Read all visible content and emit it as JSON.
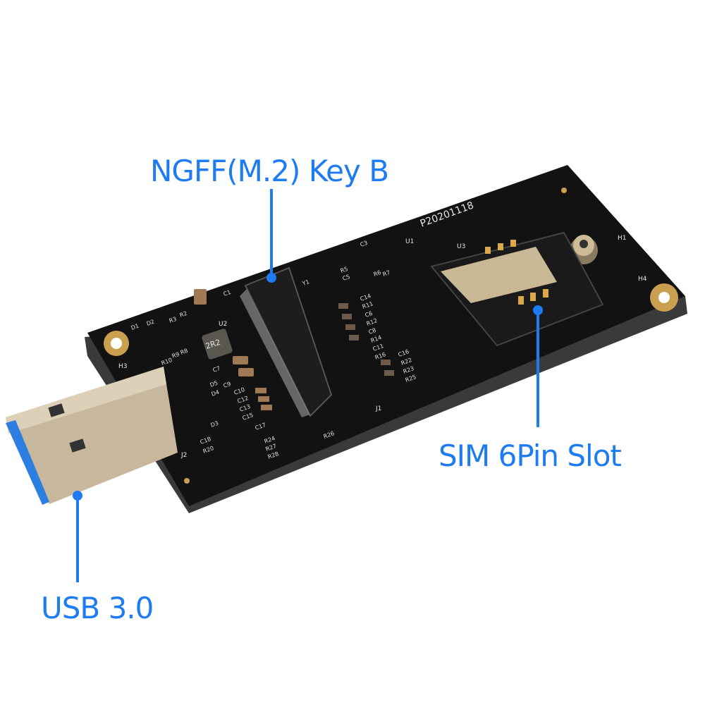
{
  "callouts": {
    "ngff": "NGFF(M.2) Key B",
    "sim": "SIM 6Pin Slot",
    "usb": "USB 3.0"
  },
  "board_silkscreen": {
    "revision": "P20201118",
    "inductor": "2R2",
    "holes": [
      "H1",
      "H3",
      "H4"
    ],
    "chips": [
      "U1",
      "U2",
      "U3"
    ],
    "connectors": [
      "J1",
      "J2"
    ],
    "components": [
      "C1",
      "C3",
      "C5",
      "C6",
      "C7",
      "C8",
      "C9",
      "C10",
      "C11",
      "C12",
      "C13",
      "C14",
      "C15",
      "C16",
      "C17",
      "C18",
      "R2",
      "R3",
      "R5",
      "R6",
      "R7",
      "R8",
      "R9",
      "R10",
      "R11",
      "R12",
      "R14",
      "R16",
      "R20",
      "R22",
      "R23",
      "R24",
      "R25",
      "R26",
      "R27",
      "R28",
      "D1",
      "D2",
      "D3",
      "D4",
      "D5",
      "Y1"
    ]
  },
  "colors": {
    "callout_blue": "#1e7cf2",
    "board": "#111111",
    "gold": "#c9a050",
    "usb_metal": "#c7b79c",
    "usb_tongue": "#2c7fe0"
  }
}
